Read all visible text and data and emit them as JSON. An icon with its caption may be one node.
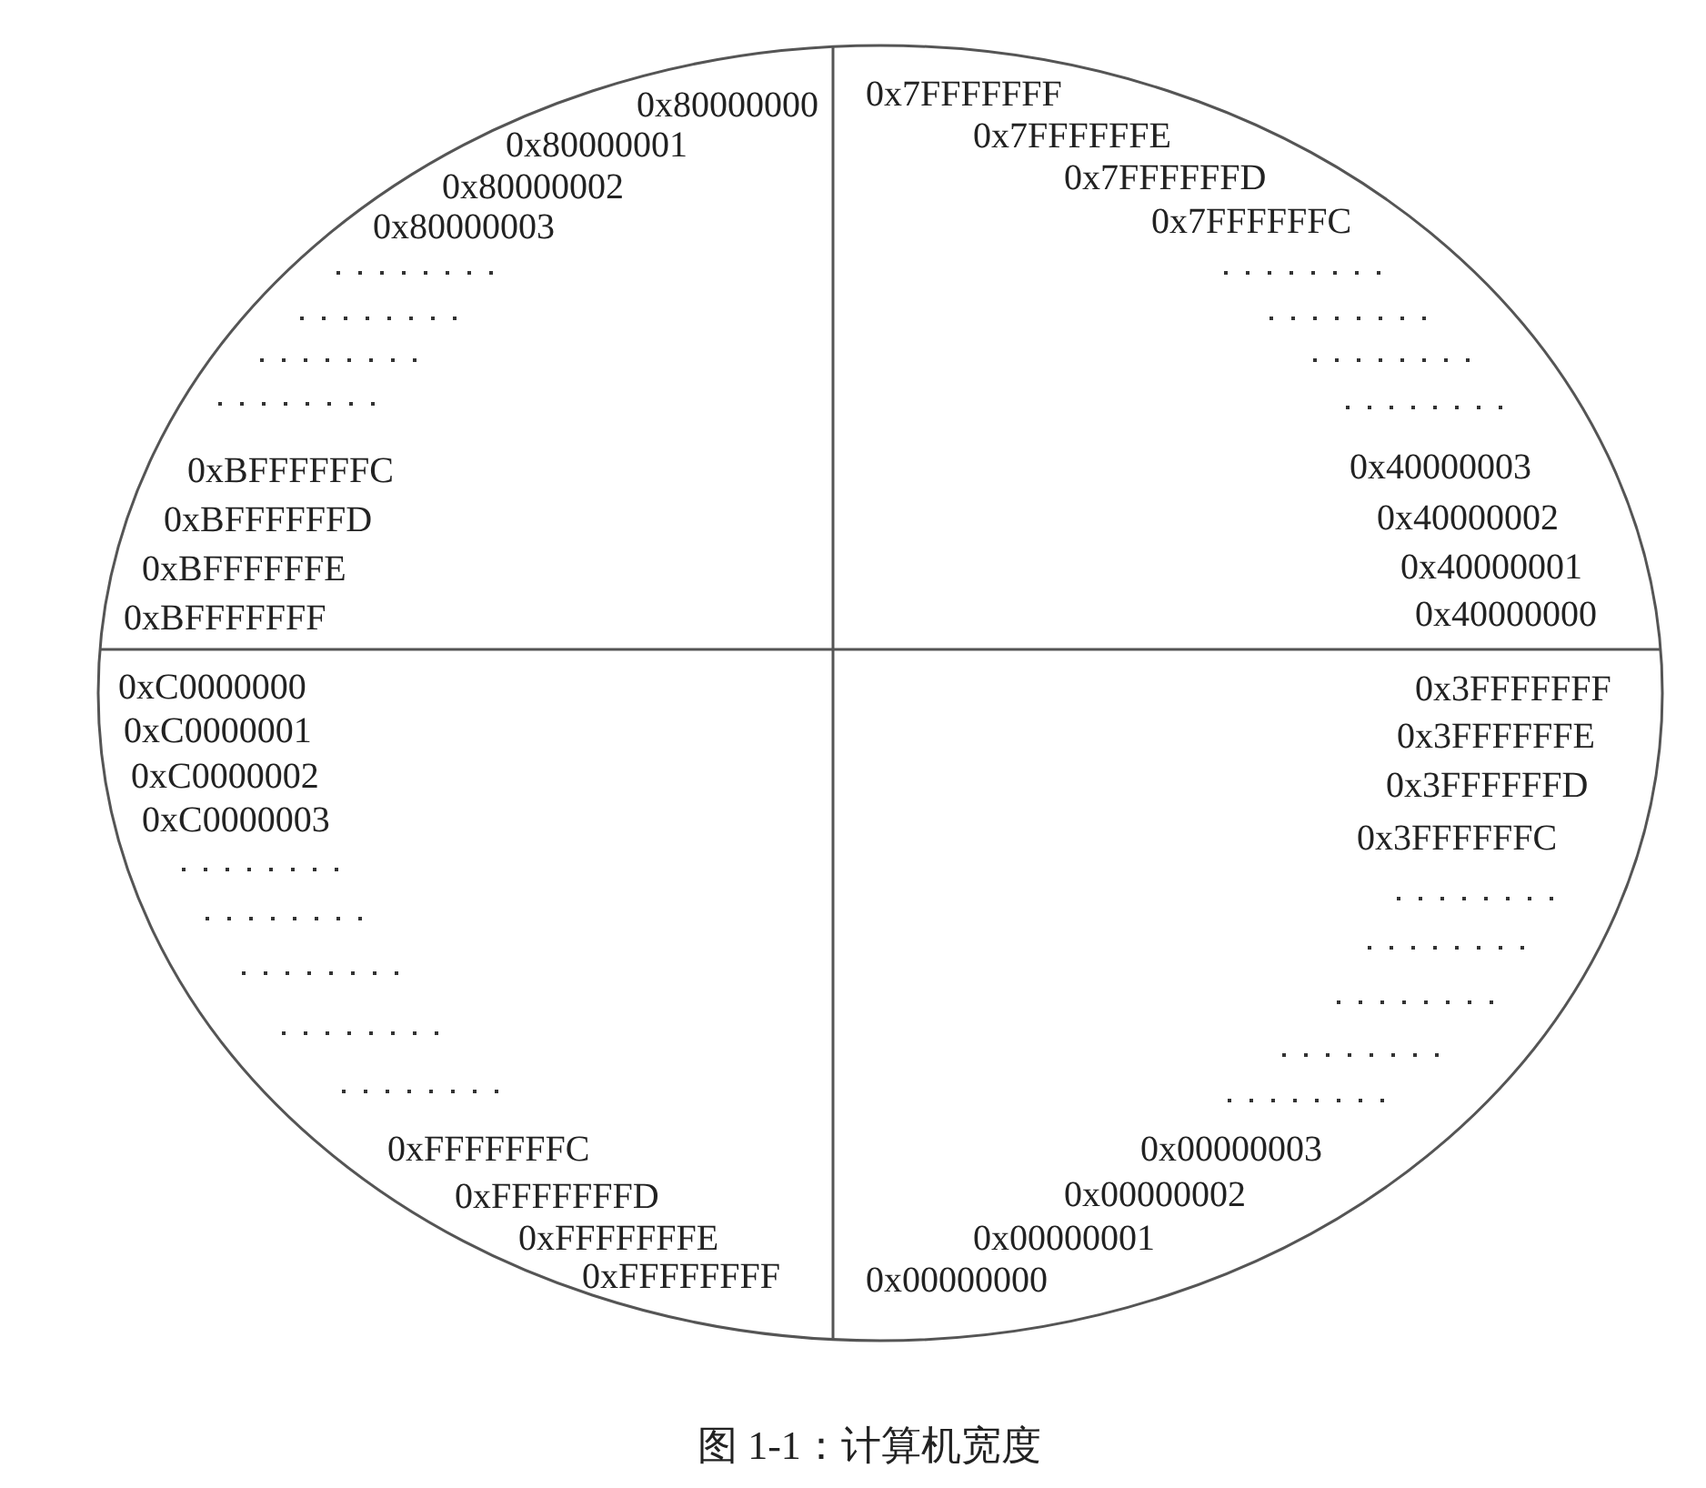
{
  "diagram": {
    "caption": "图 1-1：计算机宽度",
    "labels": [
      "0x80000000",
      "0x80000001",
      "0x80000002",
      "0x80000003",
      "0xBFFFFFFC",
      "0xBFFFFFFD",
      "0xBFFFFFFE",
      "0xBFFFFFFF",
      "0x7FFFFFFF",
      "0x7FFFFFFE",
      "0x7FFFFFFD",
      "0x7FFFFFFC",
      "0x40000003",
      "0x40000002",
      "0x40000001",
      "0x40000000",
      "0xC0000000",
      "0xC0000001",
      "0xC0000002",
      "0xC0000003",
      "0xFFFFFFFC",
      "0xFFFFFFFD",
      "0xFFFFFFFE",
      "0xFFFFFFFF",
      "0x3FFFFFFF",
      "0x3FFFFFFE",
      "0x3FFFFFFD",
      "0x3FFFFFFC",
      "0x00000003",
      "0x00000002",
      "0x00000001",
      "0x00000000"
    ]
  }
}
